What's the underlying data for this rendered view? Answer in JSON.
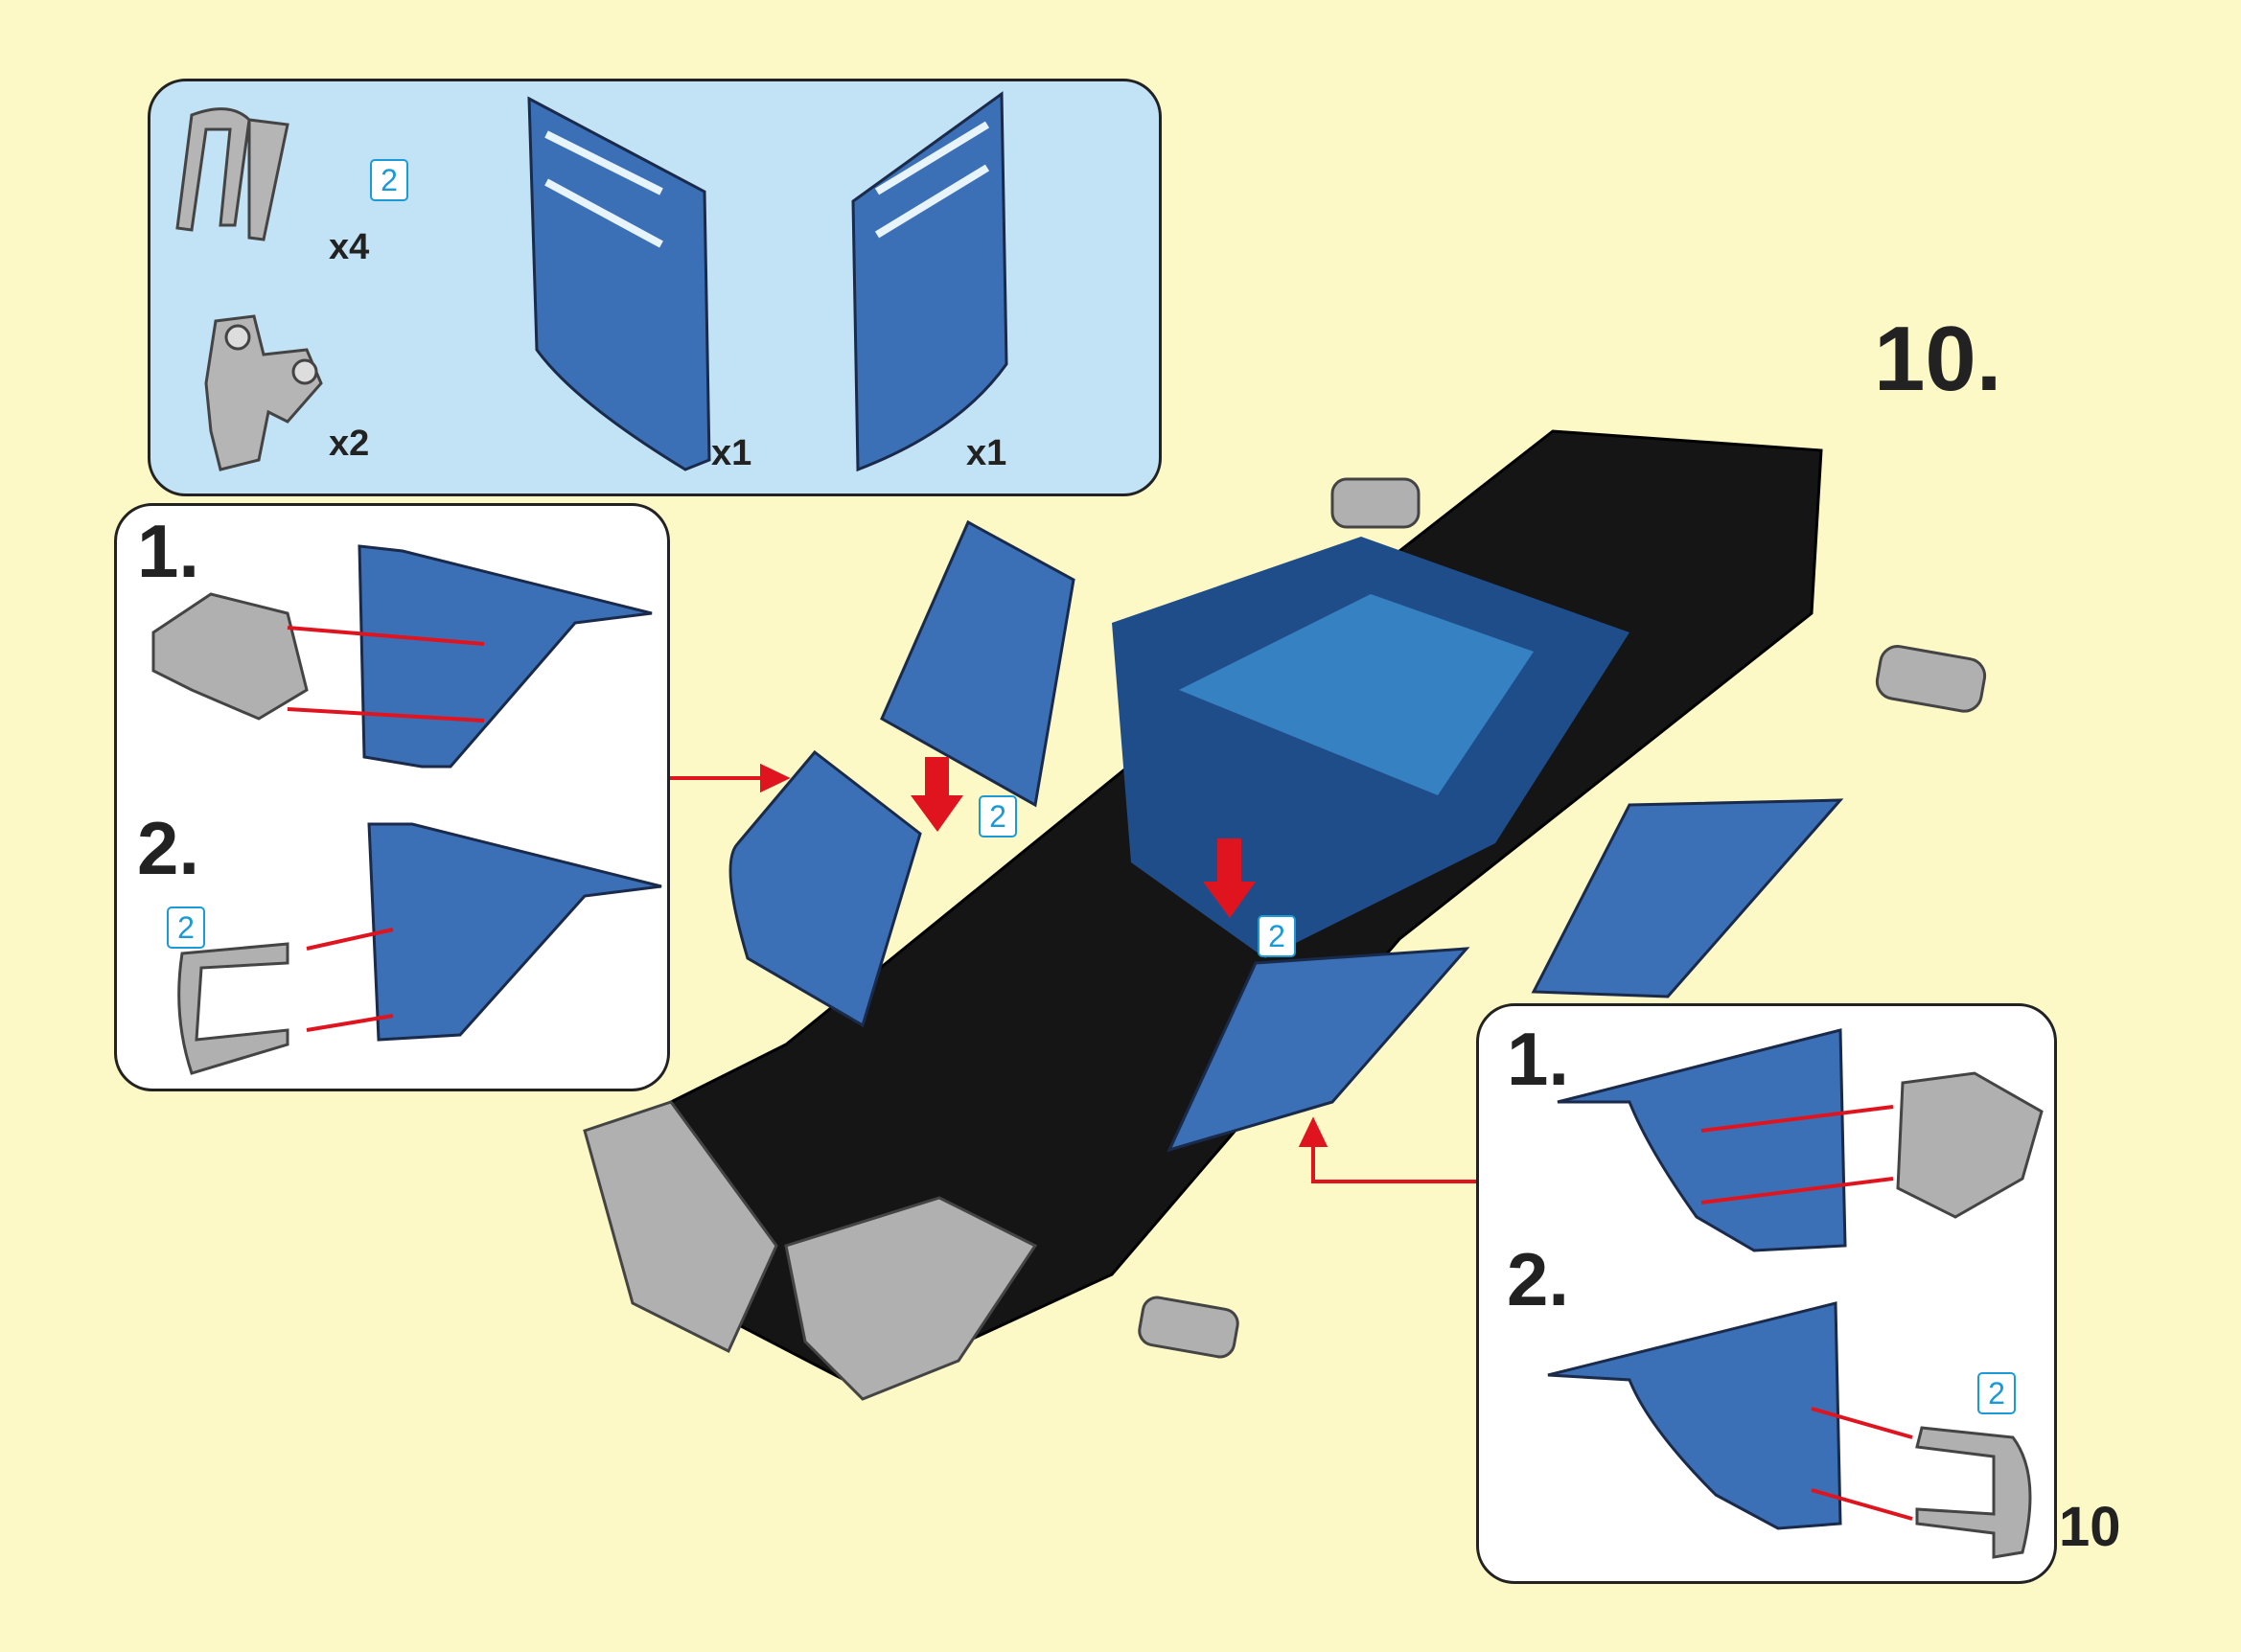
{
  "step_number": "10.",
  "page_number": "10",
  "parts_list": [
    {
      "name": "pin-connector",
      "quantity": "x4",
      "size_badge": "2"
    },
    {
      "name": "axle-connector",
      "quantity": "x2"
    },
    {
      "name": "left-wing-panel",
      "quantity": "x1"
    },
    {
      "name": "right-wing-panel",
      "quantity": "x1"
    }
  ],
  "left_substeps": [
    {
      "label": "1."
    },
    {
      "label": "2.",
      "size_badge": "2"
    }
  ],
  "right_substeps": [
    {
      "label": "1."
    },
    {
      "label": "2.",
      "size_badge": "2"
    }
  ],
  "main_badges": [
    "2",
    "2"
  ],
  "colors": {
    "background": "#fcf9c6",
    "parts_box": "#c2e2f6",
    "blue_part": "#3b6fb6",
    "gray_part": "#b0b0b0",
    "arrow": "#e0141e",
    "badge": "#1a9ad6"
  }
}
